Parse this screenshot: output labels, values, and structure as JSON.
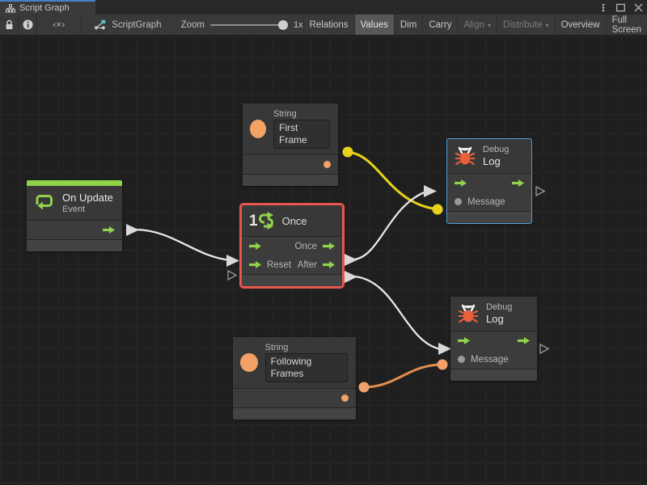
{
  "window": {
    "tab_label": "Script Graph",
    "tab_icon": "hierarchy-icon",
    "controls": {
      "menu": "⋮",
      "maximize": "□",
      "close": "✕"
    }
  },
  "toolbar": {
    "lock_icon": "lock-icon",
    "info_icon": "info-icon",
    "code_icon": "‹×›",
    "breadcrumb_label": "ScriptGraph",
    "breadcrumb_icon": "scriptgraph-icon",
    "zoom_label": "Zoom",
    "zoom_value": "1x",
    "zoom_percent": 100,
    "buttons": [
      {
        "label": "Relations",
        "state": "normal"
      },
      {
        "label": "Values",
        "state": "active"
      },
      {
        "label": "Dim",
        "state": "normal"
      },
      {
        "label": "Carry",
        "state": "normal"
      },
      {
        "label": "Align",
        "state": "dim",
        "caret": "▾"
      },
      {
        "label": "Distribute",
        "state": "dim",
        "caret": "▾"
      },
      {
        "label": "Overview",
        "state": "normal"
      },
      {
        "label": "Full Screen",
        "state": "normal"
      }
    ]
  },
  "graph": {
    "nodes": {
      "on_update": {
        "title": "On Update",
        "subtitle": "Event",
        "icon": "update-loop-icon",
        "accent_color": "#90d24a",
        "selected": false
      },
      "string_first": {
        "title": "String",
        "value": "First Frame",
        "icon": "string-orange-dot-icon",
        "selected": false
      },
      "string_following": {
        "title": "String",
        "value": "Following Frames",
        "icon": "string-orange-dot-icon",
        "selected": false
      },
      "once": {
        "title": "Once",
        "icon": "once-counter-icon",
        "badge": "1",
        "selected": true,
        "selection_color": "#e8554a",
        "in_reset_label": "Reset",
        "out_once_label": "Once",
        "out_after_label": "After"
      },
      "debug_log_1": {
        "title_sm": "Debug",
        "title_lg": "Log",
        "icon": "bug-icon",
        "message_label": "Message",
        "selected": true,
        "selection_color": "#4d9fd6"
      },
      "debug_log_2": {
        "title_sm": "Debug",
        "title_lg": "Log",
        "icon": "bug-icon",
        "message_label": "Message",
        "selected": false
      }
    },
    "wire_colors": {
      "flow": "#e8e8e8",
      "string_first": "#e8d21a",
      "string_following": "#e08e4f"
    }
  }
}
